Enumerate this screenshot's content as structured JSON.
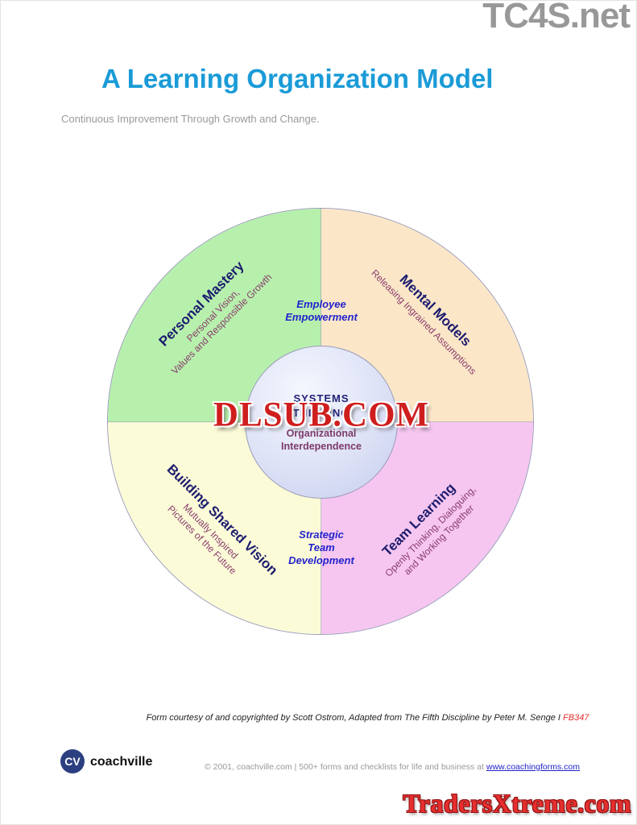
{
  "page": {
    "title": "A Learning Organization Model",
    "subtitle": "Continuous Improvement Through Growth and Change."
  },
  "overlays": {
    "tc4s": "TC4S.net",
    "dlsub": "DLSUB.COM",
    "tradersxtreme": "TradersXtreme.com"
  },
  "diagram": {
    "quadrants": [
      {
        "title": "Personal Mastery",
        "subtitle_lines": [
          "Personal Vision,",
          "Values and Responsible Growth"
        ],
        "color": "#b7f0ad"
      },
      {
        "title": "Mental Models",
        "subtitle_lines": [
          "Releasing Ingrained Assumptions"
        ],
        "color": "#fbe7c8"
      },
      {
        "title": "Building Shared Vision",
        "subtitle_lines": [
          "Mutually Inspired",
          "Pictures of the Future"
        ],
        "color": "#fbfbd8"
      },
      {
        "title": "Team Learning",
        "subtitle_lines": [
          "Openly Thinking, Dialoguing,",
          "and Working Together"
        ],
        "color": "#f6c6f0"
      }
    ],
    "connector_top_lines": [
      "Employee",
      "Empowerment"
    ],
    "connector_bottom_lines": [
      "Strategic",
      "Team",
      "Development"
    ],
    "center": {
      "line1": "SYSTEMS",
      "line2": "THINKING",
      "line3_lines": [
        "Organizational",
        "Interdependence"
      ]
    }
  },
  "footer": {
    "credit_text": "Form courtesy of and copyrighted by Scott Ostrom, Adapted from The Fifth Discipline by Peter M. Senge",
    "credit_sep": "I",
    "credit_code": "FB347",
    "logo_initials": "CV",
    "brand_name": "coachville",
    "copyright_text": "© 2001, coachville.com | 500+ forms and checklists for life and business at",
    "copyright_link": "www.coachingforms.com"
  },
  "colors": {
    "title_cyan": "#1a9bd7",
    "quadrant_green": "#b7f0ad",
    "quadrant_peach": "#fbe7c8",
    "quadrant_yellow": "#fbfbd8",
    "quadrant_pink": "#f6c6f0",
    "hub_fill": "#dde2f6",
    "navy_label": "#1c1c6e",
    "plum_label": "#8a3c6c",
    "connector_blue": "#2323cc",
    "watermark_red": "#cf1e1e",
    "overlay_gray": "#989898",
    "overlay_red": "#e62e2e"
  }
}
